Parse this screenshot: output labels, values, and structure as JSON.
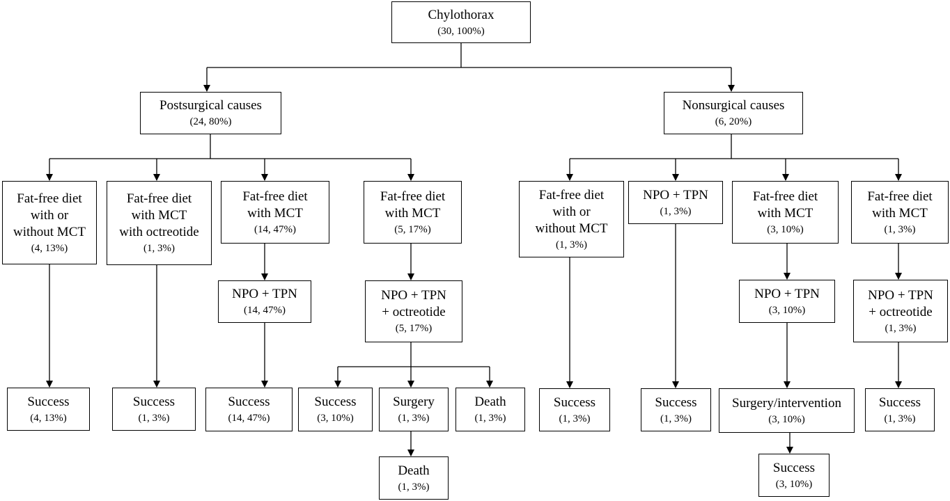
{
  "nodes": {
    "root": {
      "label": "Chylothorax",
      "sub": "(30, 100%)"
    },
    "post": {
      "label": "Postsurgical causes",
      "sub": "(24, 80%)"
    },
    "non": {
      "label": "Nonsurgical causes",
      "sub": "(6, 20%)"
    },
    "p1": {
      "label": "Fat-free diet\nwith or\nwithout MCT",
      "sub": "(4, 13%)"
    },
    "p2": {
      "label": "Fat-free diet\nwith MCT\nwith octreotide",
      "sub": "(1, 3%)"
    },
    "p3": {
      "label": "Fat-free diet\nwith MCT",
      "sub": "(14, 47%)"
    },
    "p4": {
      "label": "Fat-free diet\nwith MCT",
      "sub": "(5, 17%)"
    },
    "p3b": {
      "label": "NPO + TPN",
      "sub": "(14, 47%)"
    },
    "p4b": {
      "label": "NPO + TPN\n+ octreotide",
      "sub": "(5, 17%)"
    },
    "s1": {
      "label": "Success",
      "sub": "(4, 13%)"
    },
    "s2": {
      "label": "Success",
      "sub": "(1, 3%)"
    },
    "s3": {
      "label": "Success",
      "sub": "(14, 47%)"
    },
    "s4a": {
      "label": "Success",
      "sub": "(3, 10%)"
    },
    "s4b": {
      "label": "Surgery",
      "sub": "(1, 3%)"
    },
    "s4c": {
      "label": "Death",
      "sub": "(1, 3%)"
    },
    "s4d": {
      "label": "Death",
      "sub": "(1, 3%)"
    },
    "n1": {
      "label": "Fat-free diet\nwith or\nwithout MCT",
      "sub": "(1, 3%)"
    },
    "n2": {
      "label": "NPO + TPN",
      "sub": "(1, 3%)"
    },
    "n3": {
      "label": "Fat-free diet\nwith MCT",
      "sub": "(3, 10%)"
    },
    "n4": {
      "label": "Fat-free diet\nwith MCT",
      "sub": "(1, 3%)"
    },
    "n3b": {
      "label": "NPO + TPN",
      "sub": "(3, 10%)"
    },
    "n4b": {
      "label": "NPO + TPN\n+ octreotide",
      "sub": "(1, 3%)"
    },
    "t1": {
      "label": "Success",
      "sub": "(1, 3%)"
    },
    "t2": {
      "label": "Success",
      "sub": "(1, 3%)"
    },
    "t3": {
      "label": "Surgery/intervention",
      "sub": "(3, 10%)"
    },
    "t3b": {
      "label": "Success",
      "sub": "(3, 10%)"
    },
    "t4": {
      "label": "Success",
      "sub": "(1, 3%)"
    }
  }
}
